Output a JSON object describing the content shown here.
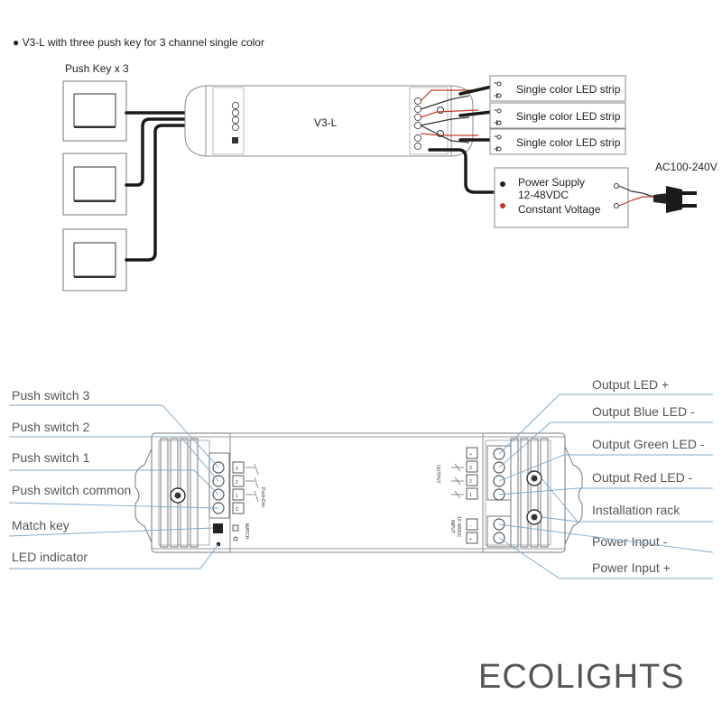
{
  "heading": "● V3-L with three push key for 3 channel single color",
  "push_key_label": "Push Key x 3",
  "controller_label": "V3-L",
  "led_strips": [
    "Single color LED strip",
    "Single color LED strip",
    "Single color LED strip"
  ],
  "polarity": {
    "minus": "-",
    "plus": "+"
  },
  "power_supply": {
    "line1": "Power Supply",
    "line2": "12-48VDC",
    "line3": "Constant Voltage"
  },
  "ac_label": "AC100-240V",
  "left_callouts": [
    "Push switch 3",
    "Push switch 2",
    "Push switch 1",
    "Push switch common",
    "Match key",
    "LED indicator"
  ],
  "right_callouts": [
    "Output LED +",
    "Output Blue LED -",
    "Output Green LED -",
    "Output Red LED -",
    "Installation rack",
    "Power Input -",
    "Power Input +"
  ],
  "device_print": {
    "push_dim": "Push-Dim",
    "match": "MATCH",
    "output": "OUTPUT",
    "input": "INPUT",
    "input_voltage": "12-48VDC",
    "terminals_left": [
      "3",
      "2",
      "1",
      "C"
    ],
    "terminals_out": [
      "+",
      "3",
      "2",
      "1"
    ],
    "terminals_power": [
      "-",
      "+"
    ]
  },
  "logo_text": "ECOLIGHTS",
  "colors": {
    "callout_line": "#7aa8c8",
    "wire_red": "#c0392b",
    "cable": "#1a1a1a",
    "logo_grey": "#555555",
    "logo_globe": "#2f8fd4"
  }
}
